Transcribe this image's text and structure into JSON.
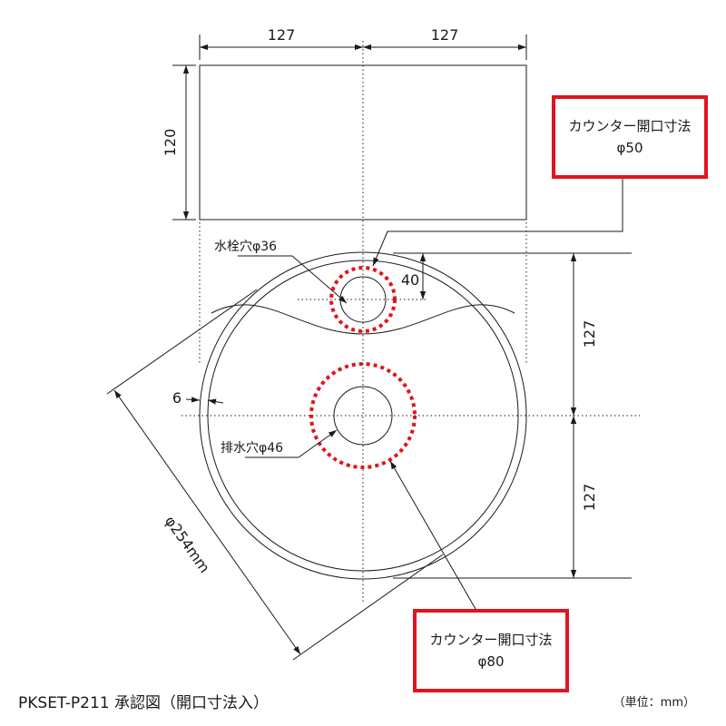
{
  "dimensions": {
    "top_width_left": "127",
    "top_width_right": "127",
    "top_height": "120",
    "faucet_offset": "40",
    "right_upper": "127",
    "right_lower": "127",
    "rim": "6",
    "diameter": "φ254mm"
  },
  "labels": {
    "faucet_hole": "水栓穴φ36",
    "drain_hole": "排水穴φ46"
  },
  "callouts": {
    "top": {
      "title": "カウンター開口寸法",
      "value": "φ50"
    },
    "bottom": {
      "title": "カウンター開口寸法",
      "value": "φ80"
    }
  },
  "footer": {
    "title": "PKSET-P211 承認図（開口寸法入）",
    "unit": "（単位：mm）"
  },
  "colors": {
    "accent_red": "#e0141e",
    "line": "#1a1a1a"
  }
}
